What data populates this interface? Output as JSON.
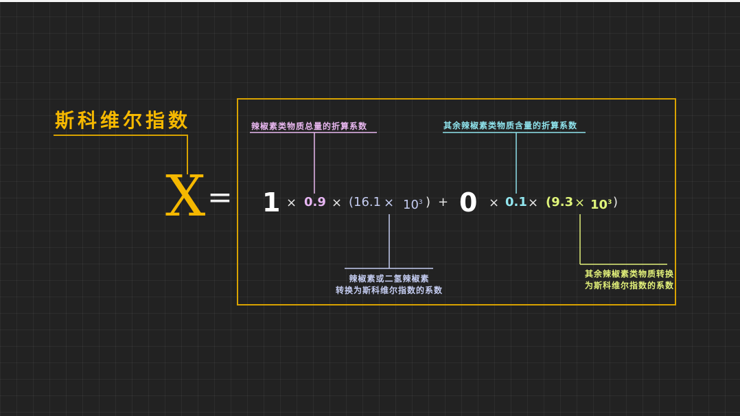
{
  "title": "斯科维尔指数",
  "variable": "X",
  "equals": "=",
  "formula": {
    "term1_coef": "1",
    "times": "×",
    "term1_factor": "0.9",
    "term1_conc_open": "(16.1",
    "term1_conc_exp": "10",
    "term1_conc_sup": "3",
    "close": ")",
    "plus": "+",
    "term2_coef": "0",
    "term2_factor": "0.1",
    "term2_conc_open": "(9.3",
    "term2_conc_exp": "10",
    "term2_conc_sup": "3"
  },
  "annotations": {
    "capsaicin_factor": "辣椒素类物质总量的折算系数",
    "other_factor": "其余辣椒素类物质含量的折算系数",
    "capsaicin_conv_line1": "辣椒素或二氢辣椒素",
    "capsaicin_conv_line2": "转换为斯科维尔指数的系数",
    "other_conv_line1": "其余辣椒素类物质转换",
    "other_conv_line2": "为斯科维尔指数的系数"
  },
  "colors": {
    "accent_gold": "#f5b800",
    "pink": "#e8b7ef",
    "cyan": "#8fe3ec",
    "blue": "#c5cdf2",
    "lime": "#e2f07a",
    "background": "#222222"
  }
}
